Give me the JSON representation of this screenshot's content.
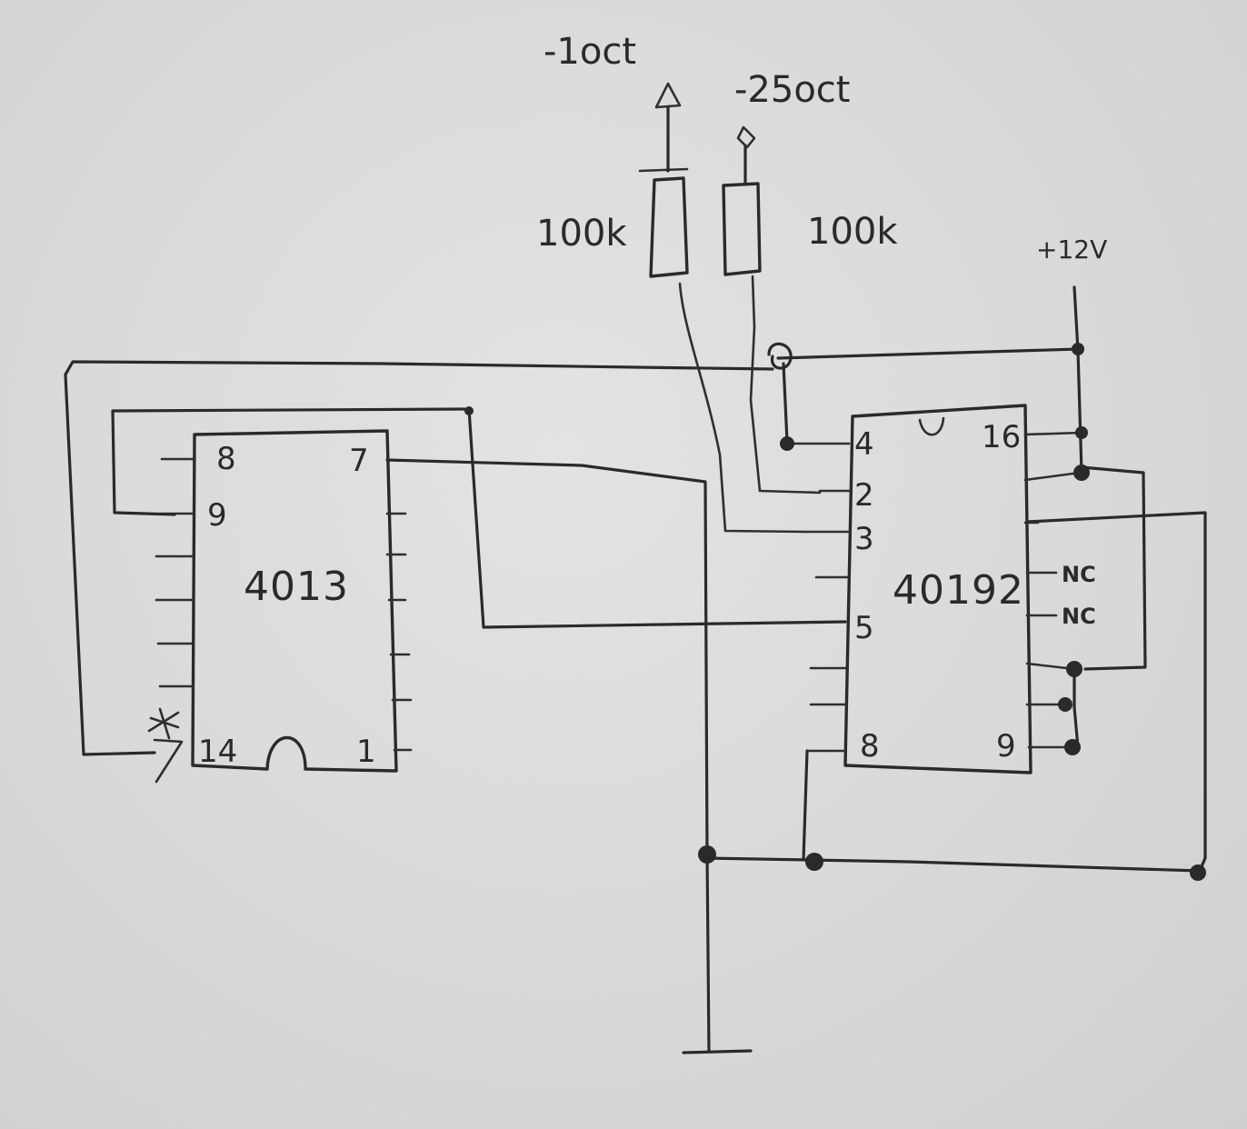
{
  "chips": {
    "left": {
      "name": "4013",
      "pins": {
        "p8": "8",
        "p9": "9",
        "p7": "7",
        "p14": "14",
        "p1": "1"
      }
    },
    "right": {
      "name": "40192",
      "pins": {
        "p4": "4",
        "p2": "2",
        "p3": "3",
        "p5": "5",
        "p8": "8",
        "p16": "16",
        "p9": "9"
      },
      "nc_top": "NC",
      "nc_bottom": "NC"
    }
  },
  "resistors": {
    "left": {
      "value": "100k"
    },
    "right": {
      "value": "100k"
    }
  },
  "inputs": {
    "left": {
      "label": "-1oct"
    },
    "right": {
      "label": "-25oct"
    }
  },
  "power": {
    "label": "+12V"
  },
  "ink_color": "#2a2a2a",
  "paper_color": "#dcdcda"
}
